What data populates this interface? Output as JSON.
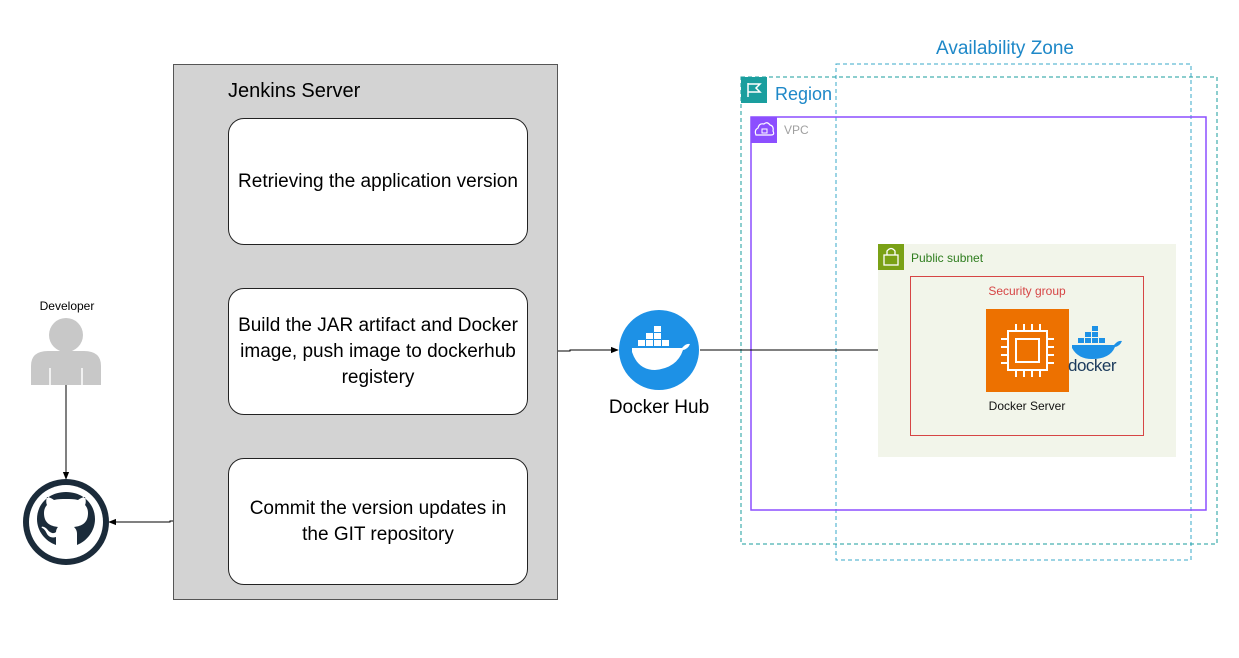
{
  "jenkins": {
    "title": "Jenkins Server",
    "steps": [
      "Retrieving the application version",
      "Build the JAR artifact and Docker image, push image to dockerhub registery",
      "Commit the version updates in the  GIT repository"
    ]
  },
  "developer": {
    "label": "Developer"
  },
  "dockerhub": {
    "label": "Docker Hub"
  },
  "aws": {
    "availability_zone": "Availability Zone",
    "region": "Region",
    "vpc": "VPC",
    "public_subnet": "Public subnet",
    "security_group": "Security group",
    "server": "Docker Server",
    "docker_logo_text": "docker"
  },
  "colors": {
    "jenkins_panel": "#d3d3d3",
    "aws_blue": "#1e88c8",
    "region_teal": "#1a9e9e",
    "vpc_purple": "#8c4fff",
    "subnet_green": "#2e7d1e",
    "security_red": "#d64545",
    "ec2_orange": "#ed7100",
    "docker_blue": "#1d91e6",
    "github_dark": "#1b2b3a"
  },
  "icons": [
    "jenkins-logo-icon",
    "developer-user-icon",
    "github-icon",
    "docker-hub-icon",
    "region-flag-icon",
    "vpc-cloud-icon",
    "subnet-lock-icon",
    "ec2-chip-icon",
    "docker-whale-icon"
  ]
}
